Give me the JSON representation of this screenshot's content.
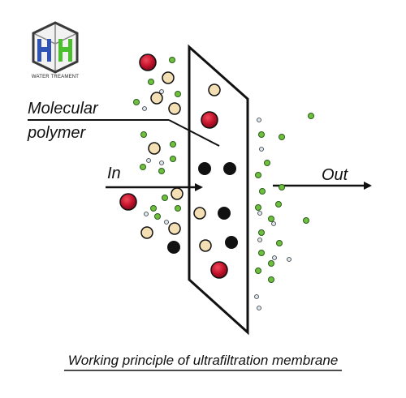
{
  "logo": {
    "letters": "HH",
    "caption": "WATER TREAMENT",
    "colors": {
      "left_h": "#2f54b5",
      "right_h": "#4bbf2e",
      "cube": "#3a3a3a"
    }
  },
  "labels": {
    "molecular": "Molecular",
    "polymer": "polymer",
    "in": "In",
    "out": "Out",
    "caption": "Working principle of ultrafiltration membrane"
  },
  "legend_colors": {
    "large_particle": "#c3122b",
    "medium_particle": "#f4dfb4",
    "polymer_particle": "#111111",
    "small_particle": "#6fbf3f",
    "tiny_particle": "#dbe6ee",
    "membrane": "#111111"
  }
}
